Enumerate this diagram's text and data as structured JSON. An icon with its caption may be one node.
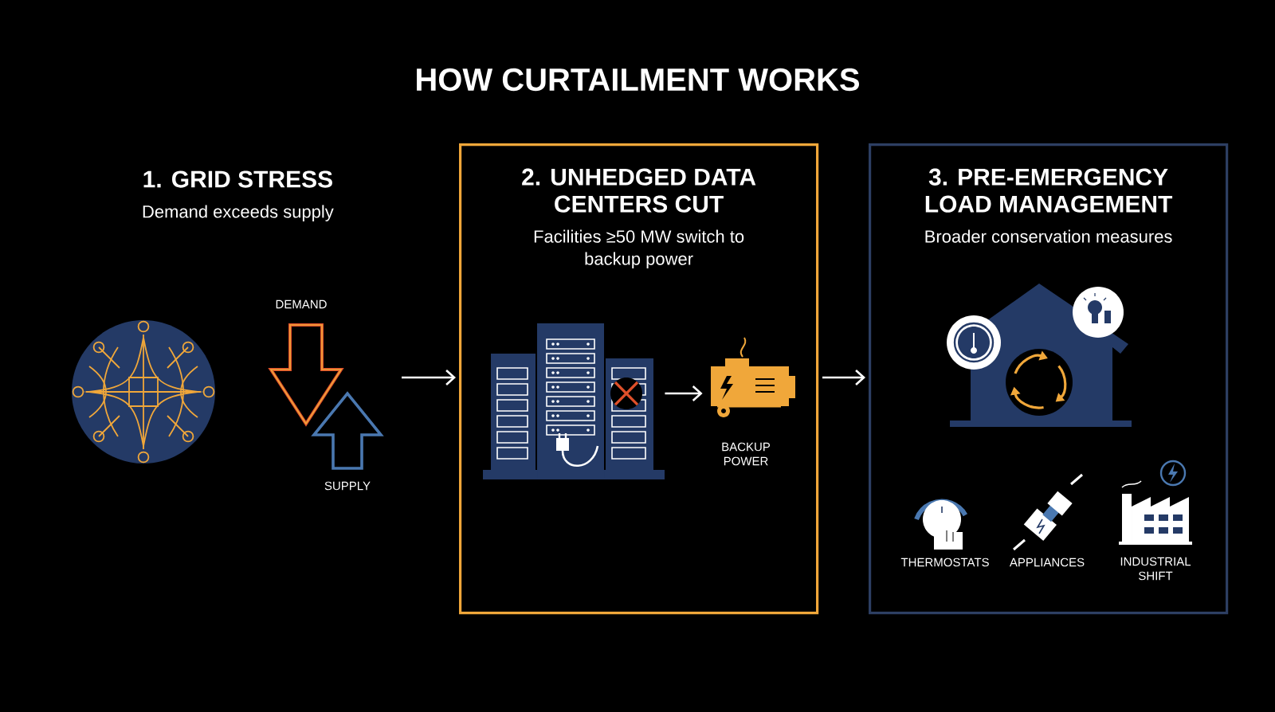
{
  "diagram": {
    "title": "HOW CURTAILMENT WORKS",
    "nodes": [
      {
        "text": [
          "1. GRID STRESS",
          "Demand exceeds supply"
        ]
      },
      {
        "text": [
          "2. UNHEDGED DATA CENTERS CUT",
          "Facilities ≥50 MW switch to backup power"
        ]
      },
      {
        "text": [
          "3. PRE-EMERGENCY LOAD MANAGEMENT",
          "Broader conservation measures"
        ]
      },
      {
        "text": [],
        "shape": "picture",
        "in": 1
      },
      {
        "text": [],
        "shape": "picture",
        "in": 1,
        "beside": [
          "BACKUP POWER"
        ]
      }
    ],
    "edges": [
      {
        "from": 0,
        "to": 1,
        "arrow": "to"
      },
      {
        "from": 3,
        "to": 4,
        "arrow": "to"
      },
      {
        "from": 1,
        "to": 2,
        "arrow": "to"
      }
    ],
    "labels": [
      "DEMAND",
      "SUPPLY",
      "THERMOSTATS",
      "APPLIANCES",
      "INDUSTRIAL SHIFT"
    ]
  }
}
